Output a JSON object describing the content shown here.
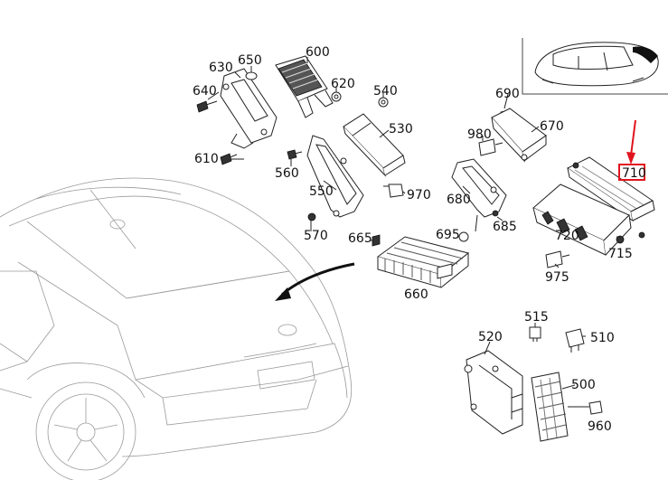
{
  "diagram": {
    "part_numbers": [
      "600",
      "650",
      "630",
      "620",
      "640",
      "540",
      "530",
      "610",
      "560",
      "550",
      "970",
      "690",
      "670",
      "980",
      "680",
      "685",
      "710",
      "720",
      "715",
      "975",
      "695",
      "665",
      "660",
      "570",
      "515",
      "520",
      "510",
      "500",
      "960"
    ],
    "highlight_label": "710",
    "highlight_color": "#e0141e",
    "line_color": "#222222"
  }
}
